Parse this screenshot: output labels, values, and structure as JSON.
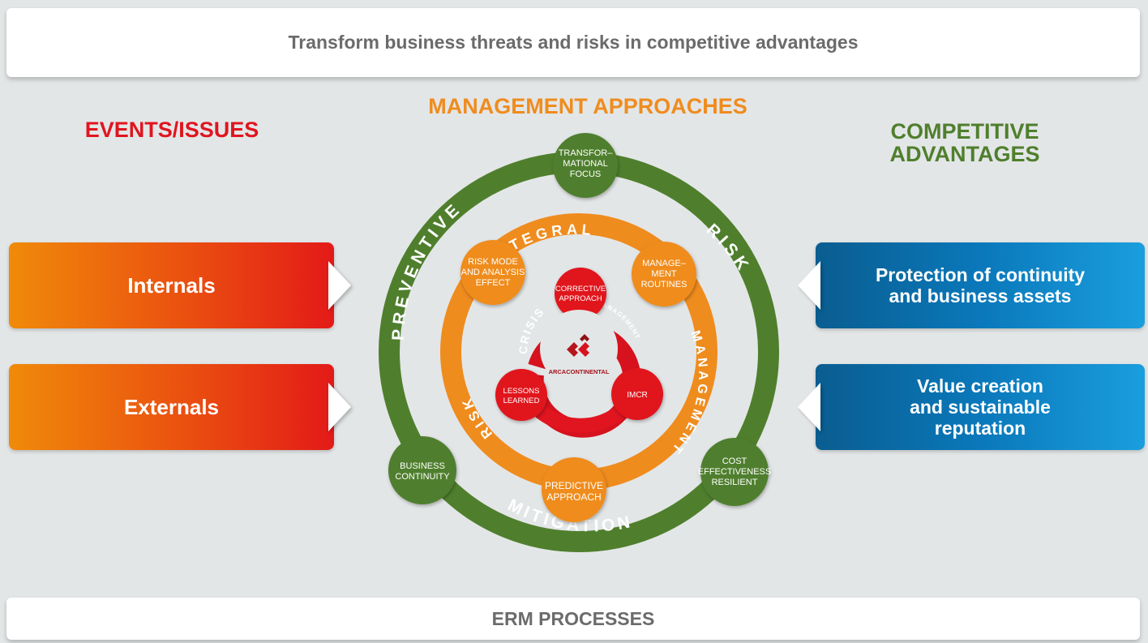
{
  "top_banner": {
    "text": "Transform business threats and risks in competitive advantages"
  },
  "bottom_banner": {
    "text": "ERM PROCESSES"
  },
  "headings": {
    "events": "EVENTS/ISSUES",
    "management": "MANAGEMENT APPROACHES",
    "competitive": [
      "COMPETITIVE",
      "ADVANTAGES"
    ]
  },
  "left_boxes": [
    "Internals",
    "Externals"
  ],
  "right_boxes": [
    [
      "Protection of continuity",
      "and business assets"
    ],
    [
      "Value creation",
      "and sustainable",
      "reputation"
    ]
  ],
  "outer_ring": {
    "labels": {
      "preventive": "PREVENTIVE",
      "risk": "RISK",
      "mitigation": "MITIGATION"
    },
    "nodes": {
      "top": [
        "TRANSFOR–",
        "MATIONAL",
        "FOCUS"
      ],
      "bottom_left": [
        "BUSINESS",
        "CONTINUITY"
      ],
      "bottom_right": [
        "COST",
        "EFFECTIVENESS",
        "RESILIENT"
      ]
    }
  },
  "middle_ring": {
    "labels": {
      "integral": "INTEGRAL",
      "risk": "RISK",
      "management": "MANAGEMENT"
    },
    "nodes": {
      "left": [
        "RISK MODE",
        "AND ANALYSIS",
        "EFFECT"
      ],
      "right": [
        "MANAGE–",
        "MENT",
        "ROUTINES"
      ],
      "bottom": [
        "PREDICTIVE",
        "APPROACH"
      ]
    }
  },
  "inner_ring": {
    "labels": {
      "crisis": "CRISIS",
      "management": "MANAGEMENT"
    },
    "nodes": {
      "top": [
        "CORRECTIVE",
        "APPROACH"
      ],
      "left": [
        "LESSONS",
        "LEARNED"
      ],
      "right": [
        "IMCR"
      ]
    }
  },
  "logo": {
    "text": "ARCACONTINENTAL"
  },
  "colors": {
    "green": "#4f7f2d",
    "orange": "#ef8c1e",
    "red": "#e0151f",
    "blue": "#0a78ba"
  }
}
